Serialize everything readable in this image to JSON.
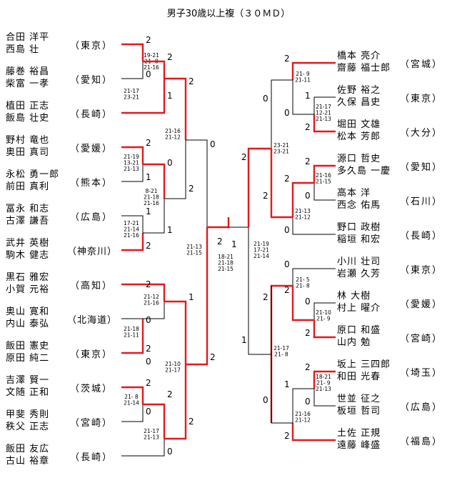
{
  "title": "男子30歳以上複（３０ＭＤ）",
  "left_teams": [
    {
      "p1": "合田 洋平",
      "p2": "西島 壮",
      "pref": "（東京）"
    },
    {
      "p1": "藤巻 裕昌",
      "p2": "柴富 一孝",
      "pref": "（愛知）"
    },
    {
      "p1": "植田 正志",
      "p2": "飯島 壮史",
      "pref": "（長崎）"
    },
    {
      "p1": "野村 竜也",
      "p2": "奥田 真司",
      "pref": "（愛媛）"
    },
    {
      "p1": "永松 勇一郎",
      "p2": "前田 真利",
      "pref": "（熊本）"
    },
    {
      "p1": "冨永 和志",
      "p2": "古澤 謙吾",
      "pref": "（広島）"
    },
    {
      "p1": "武井 英樹",
      "p2": "駒木 健志",
      "pref": "（神奈川）"
    },
    {
      "p1": "黒石 雅宏",
      "p2": "小賀 元裕",
      "pref": "（高知）"
    },
    {
      "p1": "奥山 寛和",
      "p2": "内山 泰弘",
      "pref": "（北海道）"
    },
    {
      "p1": "飯田 憲史",
      "p2": "原田 純二",
      "pref": "（東京）"
    },
    {
      "p1": "吉澤 賢一",
      "p2": "文随 正和",
      "pref": "（茨城）"
    },
    {
      "p1": "甲斐 秀則",
      "p2": "秩父 正志",
      "pref": "（宮崎）"
    },
    {
      "p1": "飯田 友広",
      "p2": "古山 裕章",
      "pref": "（長崎）"
    }
  ],
  "right_teams": [
    {
      "p1": "橋本 亮介",
      "p2": "齋藤 福士郎",
      "pref": "（宮城）"
    },
    {
      "p1": "佐野 裕之",
      "p2": "久保 昌史",
      "pref": "（東京）"
    },
    {
      "p1": "堀田 文雄",
      "p2": "松本 芳郎",
      "pref": "（大分）"
    },
    {
      "p1": "源口 哲史",
      "p2": "多久島 一慶",
      "pref": "（愛知）"
    },
    {
      "p1": "高本 洋",
      "p2": "西念 佑馬",
      "pref": "（石川）"
    },
    {
      "p1": "野口 政樹",
      "p2": "稲垣 和宏",
      "pref": "（長崎）"
    },
    {
      "p1": "小川 壮司",
      "p2": "岩瀬 久芳",
      "pref": "（東京）"
    },
    {
      "p1": "林 大樹",
      "p2": "村上 曜介",
      "pref": "（愛媛）"
    },
    {
      "p1": "原口 和盛",
      "p2": "山内 勉",
      "pref": "（宮崎）"
    },
    {
      "p1": "坂上 三四郎",
      "p2": "和田 光春",
      "pref": "（埼玉）"
    },
    {
      "p1": "世並 征之",
      "p2": "板垣 哲司",
      "pref": "（広島）"
    },
    {
      "p1": "土佐 正規",
      "p2": "遠藤 峰盛",
      "pref": "（福島）"
    }
  ],
  "scores": [
    {
      "id": "L-r1a-s1",
      "text": "2"
    },
    {
      "id": "L-r1a-s2",
      "text": "0"
    },
    {
      "id": "L-r2a-s1",
      "text": "2"
    },
    {
      "id": "L-r2a-s2",
      "text": "1"
    },
    {
      "id": "L-r3a-s1",
      "text": "2"
    },
    {
      "id": "L-r3a-s2",
      "text": "2"
    },
    {
      "id": "L-r2b-s1",
      "text": "2"
    },
    {
      "id": "L-r2b-s2",
      "text": "1"
    },
    {
      "id": "L-r1b-s1",
      "text": "1"
    },
    {
      "id": "L-r1b-s2",
      "text": "2"
    },
    {
      "id": "L-r3b-s1",
      "text": "0"
    },
    {
      "id": "L-r3b-s2",
      "text": "1"
    },
    {
      "id": "L-r4a-s1",
      "text": "0"
    },
    {
      "id": "L-r4a-s2",
      "text": "2"
    },
    {
      "id": "L-r2c-s1",
      "text": "2"
    },
    {
      "id": "L-r2c-s2",
      "text": "0"
    },
    {
      "id": "L-r1c-s1",
      "text": "2"
    },
    {
      "id": "L-r1c-s2",
      "text": "0"
    },
    {
      "id": "L-r2d-s1",
      "text": "2"
    },
    {
      "id": "L-r2d-s2",
      "text": "0"
    },
    {
      "id": "L-r3c-s1",
      "text": "1"
    },
    {
      "id": "L-r3c-s2",
      "text": "2"
    },
    {
      "id": "L-r4b-s1",
      "text": "2"
    },
    {
      "id": "L-r4b-s2",
      "text": "0"
    },
    {
      "id": "F-s1",
      "text": "2"
    },
    {
      "id": "F-s2",
      "text": "1"
    },
    {
      "id": "R-r1a-s1",
      "text": "2"
    },
    {
      "id": "R-r1a-s2",
      "text": "0"
    },
    {
      "id": "R-r2a-s1",
      "text": "1"
    },
    {
      "id": "R-r2a-s2",
      "text": "2"
    },
    {
      "id": "R-r3a-s1",
      "text": "0"
    },
    {
      "id": "R-r3a-s2",
      "text": "2"
    },
    {
      "id": "R-r2b-s1",
      "text": "2"
    },
    {
      "id": "R-r2b-s2",
      "text": "0"
    },
    {
      "id": "R-r1b-s1",
      "text": "2"
    },
    {
      "id": "R-r1b-s2",
      "text": "0"
    },
    {
      "id": "R-r4a-s1",
      "text": "2"
    },
    {
      "id": "R-r4a-s2",
      "text": "1"
    },
    {
      "id": "R-r1c-s1",
      "text": "0"
    },
    {
      "id": "R-r1c-s2",
      "text": "2"
    },
    {
      "id": "R-r2c-s1",
      "text": "0"
    },
    {
      "id": "R-r2c-s2",
      "text": "2"
    },
    {
      "id": "R-r3b-s1",
      "text": "2"
    },
    {
      "id": "R-r3b-s2",
      "text": "0"
    },
    {
      "id": "R-r2d-s1",
      "text": "2"
    },
    {
      "id": "R-r2d-s2",
      "text": "0"
    },
    {
      "id": "R-r1d-s1",
      "text": "1"
    },
    {
      "id": "R-r1d-s2",
      "text": "2"
    },
    {
      "id": "R-r3c-s1",
      "text": "0"
    },
    {
      "id": "R-r3c-s2",
      "text": "2"
    }
  ],
  "game_scores": [
    {
      "id": "g01",
      "lines": [
        "19-21",
        "21- 8",
        "21-16"
      ]
    },
    {
      "id": "g02",
      "lines": [
        "21-17",
        "23-21"
      ]
    },
    {
      "id": "g03",
      "lines": [
        "21-16",
        "21-12"
      ]
    },
    {
      "id": "g04",
      "lines": [
        "21-19",
        "13-21",
        "21-13"
      ]
    },
    {
      "id": "g05",
      "lines": [
        "8-21",
        "21-18",
        "21-16"
      ]
    },
    {
      "id": "g06",
      "lines": [
        "17-21",
        "21-14",
        "21-16"
      ]
    },
    {
      "id": "g07",
      "lines": [
        "21-13",
        "21-15"
      ]
    },
    {
      "id": "g08",
      "lines": [
        "21-12",
        "21-16"
      ]
    },
    {
      "id": "g09",
      "lines": [
        "21-18",
        "21-11"
      ]
    },
    {
      "id": "g10",
      "lines": [
        "21-10",
        "21-17"
      ]
    },
    {
      "id": "g11",
      "lines": [
        "21- 8",
        "21-14"
      ]
    },
    {
      "id": "g12",
      "lines": [
        "21-17",
        "21-13"
      ]
    },
    {
      "id": "g13",
      "lines": [
        "18-21",
        "21-18",
        "21-15"
      ]
    },
    {
      "id": "g14",
      "lines": [
        "21-19",
        "17-21",
        "21-14"
      ]
    },
    {
      "id": "g15",
      "lines": [
        "21- 9",
        "21-11"
      ]
    },
    {
      "id": "g16",
      "lines": [
        "21-17",
        "12-21",
        "21-13"
      ]
    },
    {
      "id": "g17",
      "lines": [
        "23-21",
        "23-21"
      ]
    },
    {
      "id": "g18",
      "lines": [
        "21-16",
        "21-15"
      ]
    },
    {
      "id": "g19",
      "lines": [
        "21-13",
        "21-12"
      ]
    },
    {
      "id": "g20",
      "lines": [
        "21- 5",
        "21- 8"
      ]
    },
    {
      "id": "g21",
      "lines": [
        "21-10",
        "21- 9"
      ]
    },
    {
      "id": "g22",
      "lines": [
        "21-17",
        "21- 8"
      ]
    },
    {
      "id": "g23",
      "lines": [
        "18-21",
        "21- 9",
        "21-13"
      ]
    },
    {
      "id": "g24",
      "lines": [
        "21-16",
        "21-12"
      ]
    }
  ]
}
